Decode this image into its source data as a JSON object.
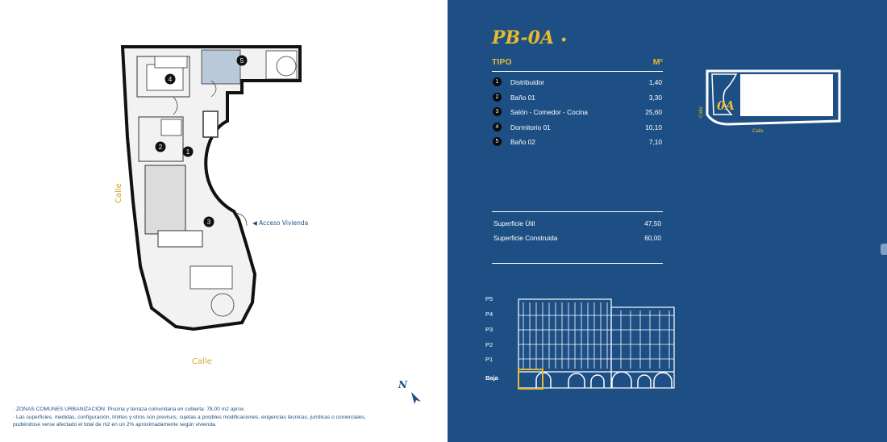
{
  "unit": {
    "code": "PB-0A",
    "bullet": "•"
  },
  "table": {
    "col_type": "TIPO",
    "col_area": "M²",
    "rooms": [
      {
        "num": "1",
        "name": "Distribuidor",
        "area": "1,40"
      },
      {
        "num": "2",
        "name": "Baño 01",
        "area": "3,30"
      },
      {
        "num": "3",
        "name": "Salón - Comedor - Cocina",
        "area": "25,60"
      },
      {
        "num": "4",
        "name": "Dormitorio 01",
        "area": "10,10"
      },
      {
        "num": "5",
        "name": "Baño 02",
        "area": "7,10"
      }
    ]
  },
  "totals": {
    "util_label": "Superficie Útil",
    "util_value": "47,50",
    "construida_label": "Superficie Construida",
    "construida_value": "60,00"
  },
  "keyplan": {
    "unit_label": "0A",
    "street_a": "Calle",
    "street_b": "Calle"
  },
  "floors": [
    "P5",
    "P4",
    "P3",
    "P2",
    "P1",
    "Baja"
  ],
  "plan": {
    "street_left": "Calle",
    "street_bottom": "Calle",
    "access_label": "Acceso Vivienda",
    "north": "N",
    "room_numbers": [
      "1",
      "2",
      "3",
      "4",
      "5"
    ]
  },
  "notes": {
    "line1": "· ZONAS COMUNES URBANIZACIÓN: Piscina y terraza comunitaria en cubierta: 78,00 m2 aprox.",
    "line2": "· Las superficies, medidas, configuración, límites y otros son previsos, sujetas a posibles modificaciones, exigencias técnicas, jurídicas o comerciales,",
    "line3": "  pudiéndose verse afectado el total de m2 en un 2% aproximadamente según vivienda."
  },
  "colors": {
    "navy": "#1d4f85",
    "gold": "#e7b92d",
    "white": "#ffffff"
  }
}
